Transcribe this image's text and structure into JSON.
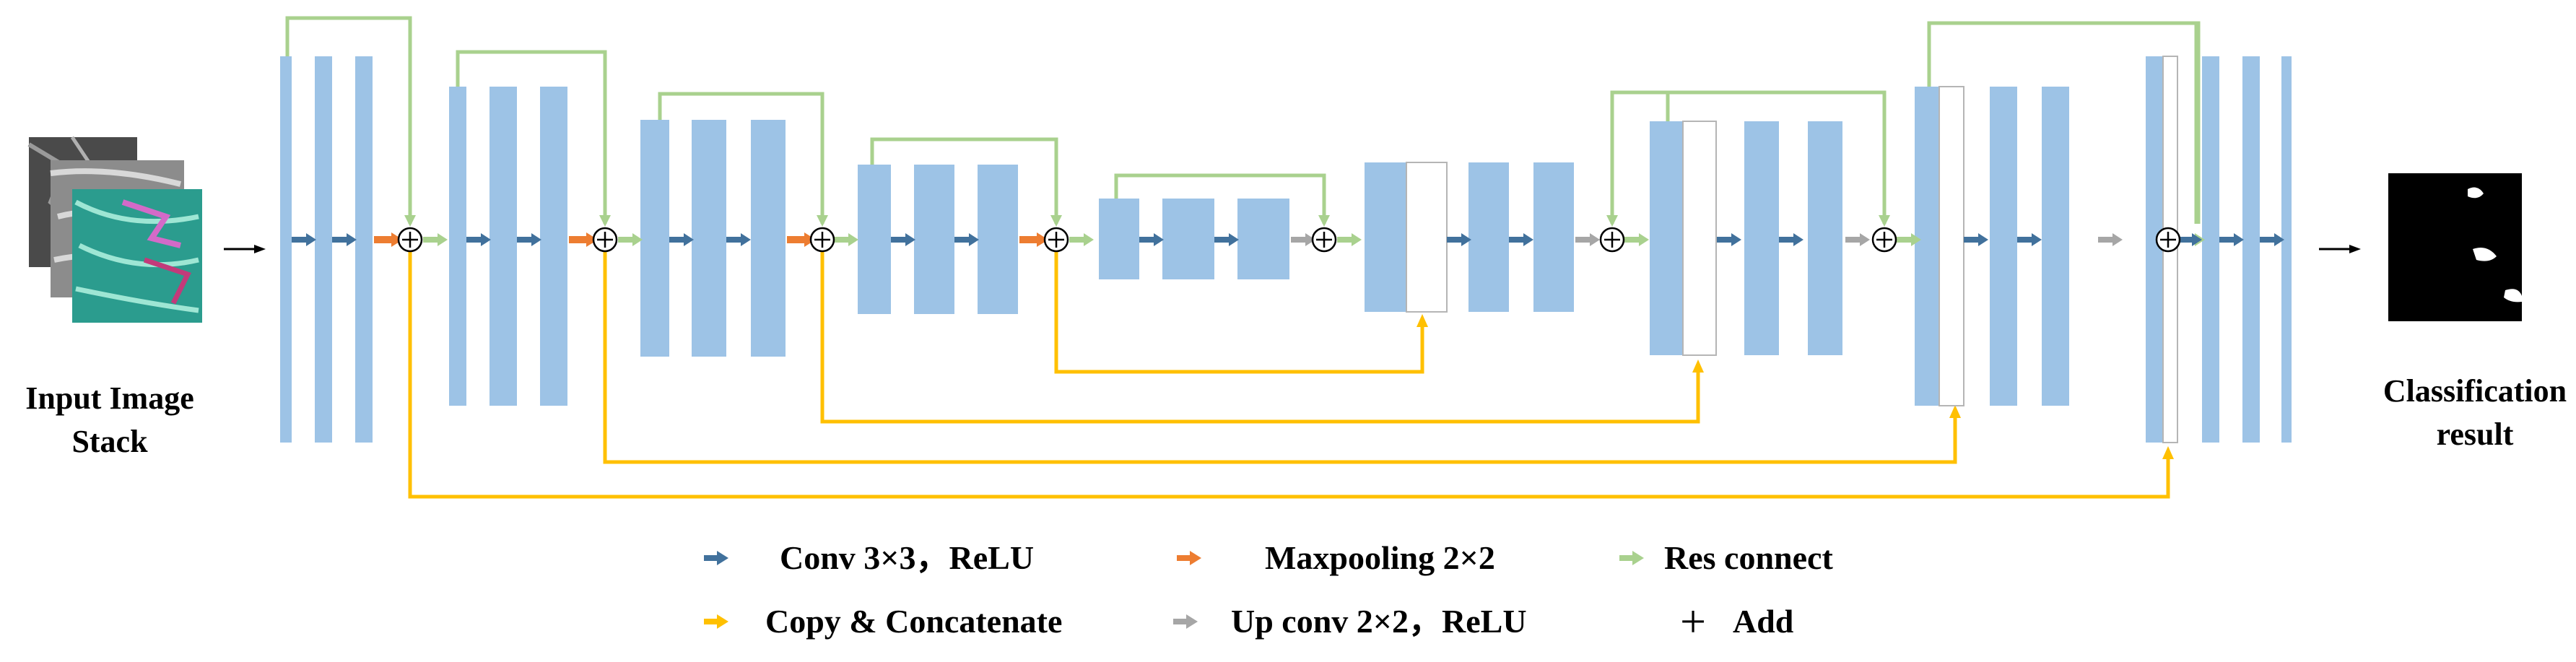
{
  "input": {
    "label_line1": "Input Image",
    "label_line2": "Stack"
  },
  "output": {
    "label_line1": "Classification",
    "label_line2": "result"
  },
  "add_symbol": "+",
  "legend": {
    "conv": "Conv 3×3，ReLU",
    "maxpool": "Maxpooling 2×2",
    "res": "Res connect",
    "copy": "Copy & Concatenate",
    "upconv": "Up conv 2×2，ReLU",
    "add": "Add"
  },
  "colors": {
    "feature_map": "#9dc3e6",
    "conv_arrow": "#41719c",
    "maxpool_arrow": "#ed7d31",
    "res_arrow": "#a9d18e",
    "copy_arrow": "#ffc000",
    "upconv_arrow": "#a6a6a6",
    "res_line": "#92d050",
    "copy_line": "#ffc000"
  }
}
